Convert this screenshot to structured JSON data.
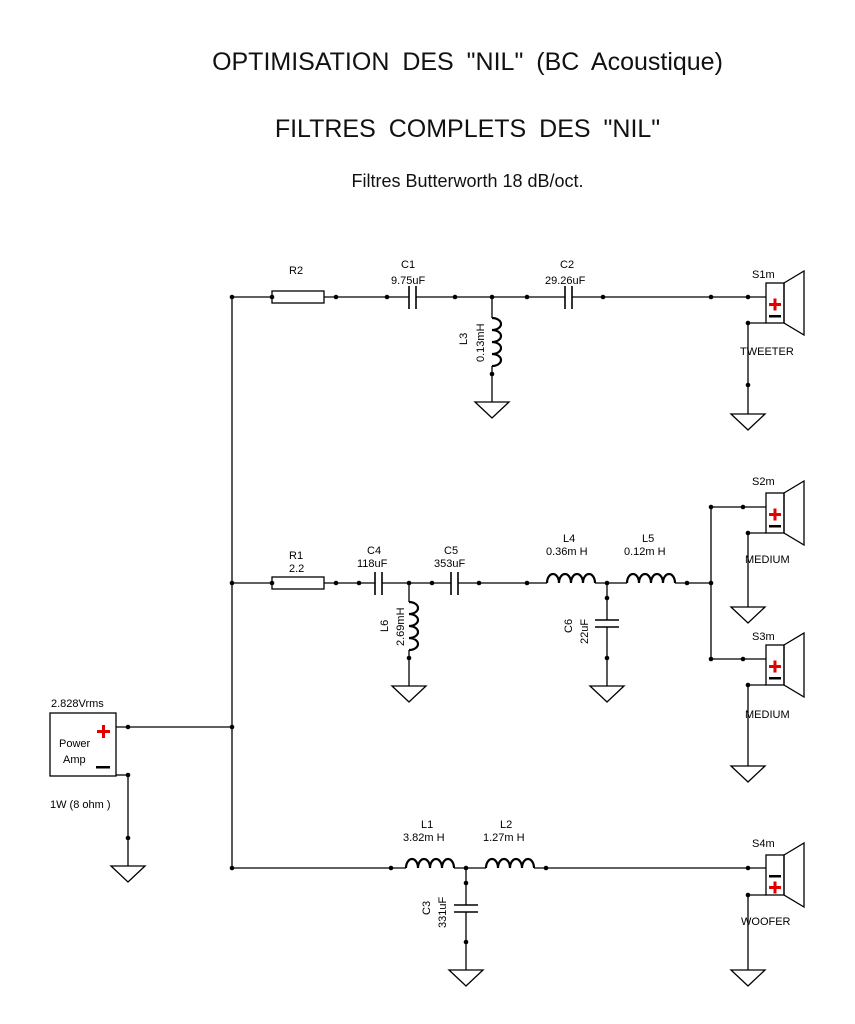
{
  "titles": {
    "main": "OPTIMISATION  DES   \"NIL\"  (BC Acoustique)",
    "sub": "FILTRES  COMPLETS  DES  \"NIL\"",
    "note": "Filtres Butterworth 18 dB/oct."
  },
  "source": {
    "voltage": "2.828Vrms",
    "label_line1": "Power",
    "label_line2": "Amp",
    "rating": "1W (8 ohm )"
  },
  "components": {
    "R2": {
      "name": "R2",
      "value": ""
    },
    "C1": {
      "name": "C1",
      "value": "9.75uF"
    },
    "C2": {
      "name": "C2",
      "value": "29.26uF"
    },
    "L3": {
      "name": "L3",
      "value": "0.13mH"
    },
    "R1": {
      "name": "R1",
      "value": "2.2"
    },
    "C4": {
      "name": "C4",
      "value": "118uF"
    },
    "C5": {
      "name": "C5",
      "value": "353uF"
    },
    "L6": {
      "name": "L6",
      "value": "2.69mH"
    },
    "L4": {
      "name": "L4",
      "value": "0.36m H"
    },
    "L5": {
      "name": "L5",
      "value": "0.12m H"
    },
    "C6": {
      "name": "C6",
      "value": "22uF"
    },
    "L1": {
      "name": "L1",
      "value": "3.82m H"
    },
    "L2": {
      "name": "L2",
      "value": "1.27m H"
    },
    "C3": {
      "name": "C3",
      "value": "331uF"
    }
  },
  "speakers": [
    {
      "id": "S1m",
      "label": "TWEETER"
    },
    {
      "id": "S2m",
      "label": "MEDIUM"
    },
    {
      "id": "S3m",
      "label": "MEDIUM"
    },
    {
      "id": "S4m",
      "label": "WOOFER"
    }
  ],
  "colors": {
    "wire": "#000000",
    "polarity": "#e00000"
  }
}
